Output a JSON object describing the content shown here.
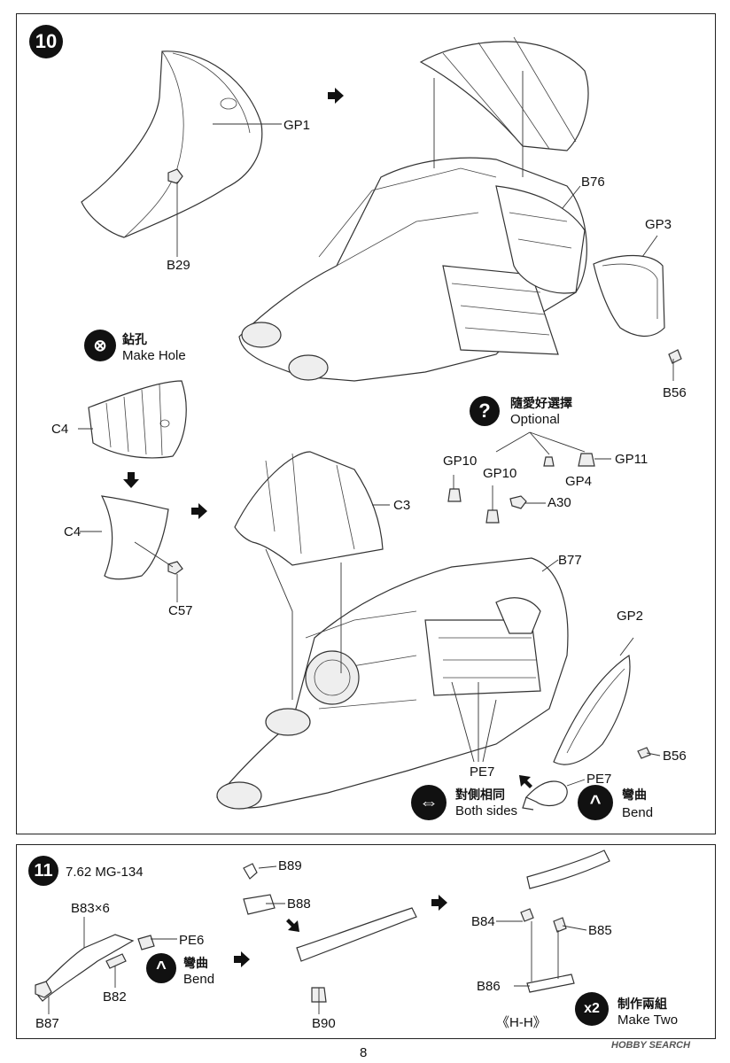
{
  "step10": {
    "number": "10",
    "parts": {
      "gp1": "GP1",
      "b29": "B29",
      "b76": "B76",
      "gp3": "GP3",
      "b56_top": "B56",
      "c4_a": "C4",
      "c4_b": "C4",
      "c57": "C57",
      "c3": "C3",
      "gp10_a": "GP10",
      "gp10_b": "GP10",
      "gp11": "GP11",
      "gp4": "GP4",
      "a30": "A30",
      "b77": "B77",
      "gp2": "GP2",
      "b56_bottom": "B56",
      "pe7_a": "PE7",
      "pe7_b": "PE7"
    },
    "make_hole": {
      "cjk": "鉆孔",
      "en": "Make Hole"
    },
    "optional": {
      "cjk": "隨愛好選擇",
      "en": "Optional"
    },
    "both_sides": {
      "cjk": "對側相同",
      "en": "Both sides"
    },
    "bend": {
      "cjk": "彎曲",
      "en": "Bend"
    }
  },
  "step11": {
    "number": "11",
    "title": "7.62 MG-134",
    "parts": {
      "b83": "B83×6",
      "pe6": "PE6",
      "b82": "B82",
      "b87": "B87",
      "b89": "B89",
      "b88": "B88",
      "b90": "B90",
      "b84": "B84",
      "b85": "B85",
      "b86": "B86"
    },
    "bend": {
      "cjk": "彎曲",
      "en": "Bend"
    },
    "section": "《H-H》",
    "make_two": {
      "multiplier": "x2",
      "cjk": "制作兩組",
      "en": "Make Two"
    }
  },
  "footer": {
    "page_number": "8",
    "watermark": "HOBBY SEARCH"
  }
}
